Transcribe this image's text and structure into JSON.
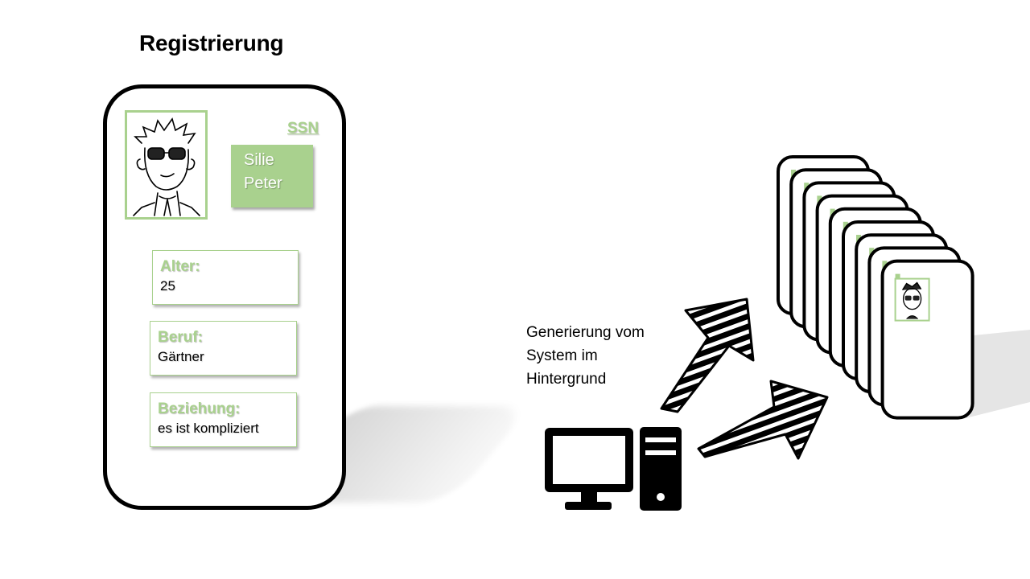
{
  "title": "Registrierung",
  "profile": {
    "ssn_label": "SSN",
    "first_name": "Silie",
    "last_name": "Peter",
    "fields": [
      {
        "label": "Alter:",
        "value": "25"
      },
      {
        "label": "Beruf:",
        "value": "Gärtner"
      },
      {
        "label": "Beziehung:",
        "value": "es ist kompliziert"
      }
    ]
  },
  "caption": [
    "Generierung vom",
    "System im",
    "Hintergrund"
  ],
  "colors": {
    "accent": "#a9d18e",
    "outline": "#000000"
  },
  "icons": [
    "avatar-sketch-icon",
    "desktop-computer-icon",
    "arrow-up-right-icon",
    "profile-card-stack-icon"
  ]
}
